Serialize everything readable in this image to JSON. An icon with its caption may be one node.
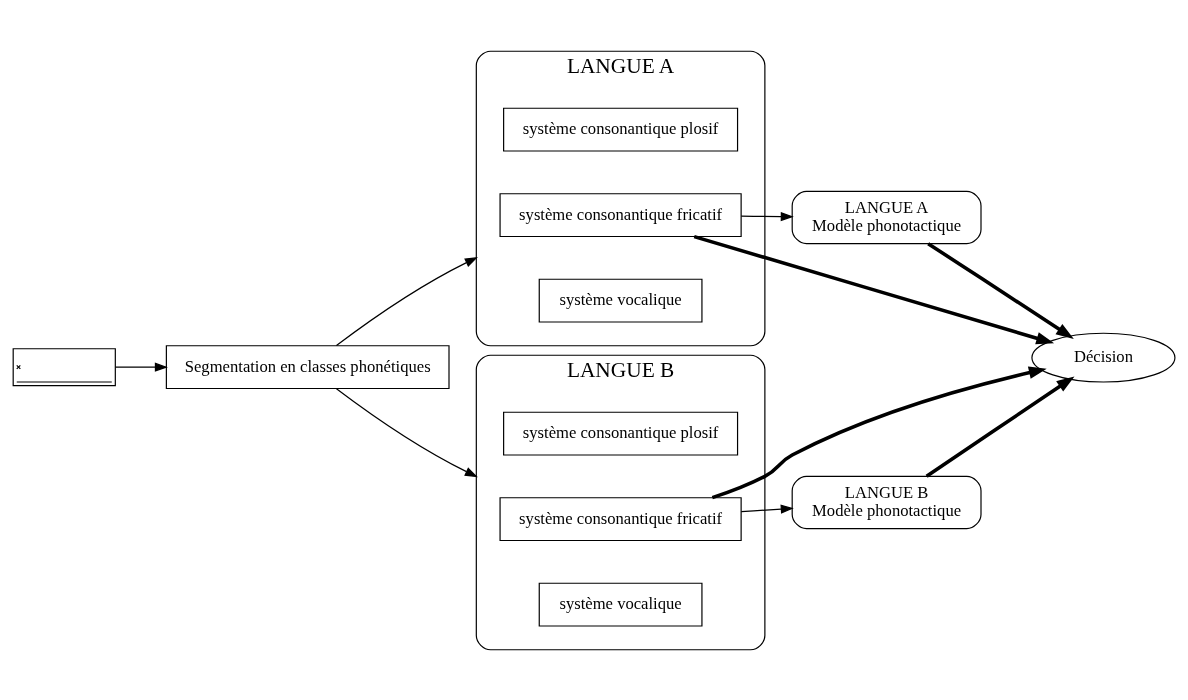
{
  "diagram": {
    "nodes": [
      {
        "text": [],
        "shape": "picture"
      },
      {
        "text": [
          "Segmentation en classes phonétiques"
        ]
      },
      {
        "text": [
          "LANGUE A"
        ]
      },
      {
        "text": [
          "système vocalique"
        ],
        "in": 2
      },
      {
        "text": [
          "système consonantique fricatif"
        ],
        "in": 2
      },
      {
        "text": [
          "système consonantique plosif"
        ],
        "in": 2
      },
      {
        "text": [
          "LANGUE B"
        ]
      },
      {
        "text": [
          "système vocalique"
        ],
        "in": 6
      },
      {
        "text": [
          "système consonantique fricatif"
        ],
        "in": 6
      },
      {
        "text": [
          "système consonantique plosif"
        ],
        "in": 6
      },
      {
        "text": [
          "LANGUE A",
          "Modèle phonotactique"
        ]
      },
      {
        "text": [
          "Décision"
        ]
      },
      {
        "text": [
          "LANGUE B",
          "Modèle phonotactique"
        ]
      }
    ],
    "edges": [
      {
        "from": 0,
        "to": 1,
        "arrow": "to"
      },
      {
        "from": 1,
        "to": 2,
        "arrow": "to"
      },
      {
        "from": 1,
        "to": 6,
        "arrow": "to"
      },
      {
        "from": 4,
        "to": 10,
        "arrow": "to"
      },
      {
        "from": 4,
        "to": 11,
        "arrow": "to",
        "style": "thick"
      },
      {
        "from": 10,
        "to": 11,
        "arrow": "to",
        "style": "thick"
      },
      {
        "from": 8,
        "to": 11,
        "arrow": "to",
        "style": "thick"
      },
      {
        "from": 8,
        "to": 12,
        "arrow": "to"
      },
      {
        "from": 12,
        "to": 11,
        "arrow": "to",
        "style": "thick"
      }
    ]
  }
}
